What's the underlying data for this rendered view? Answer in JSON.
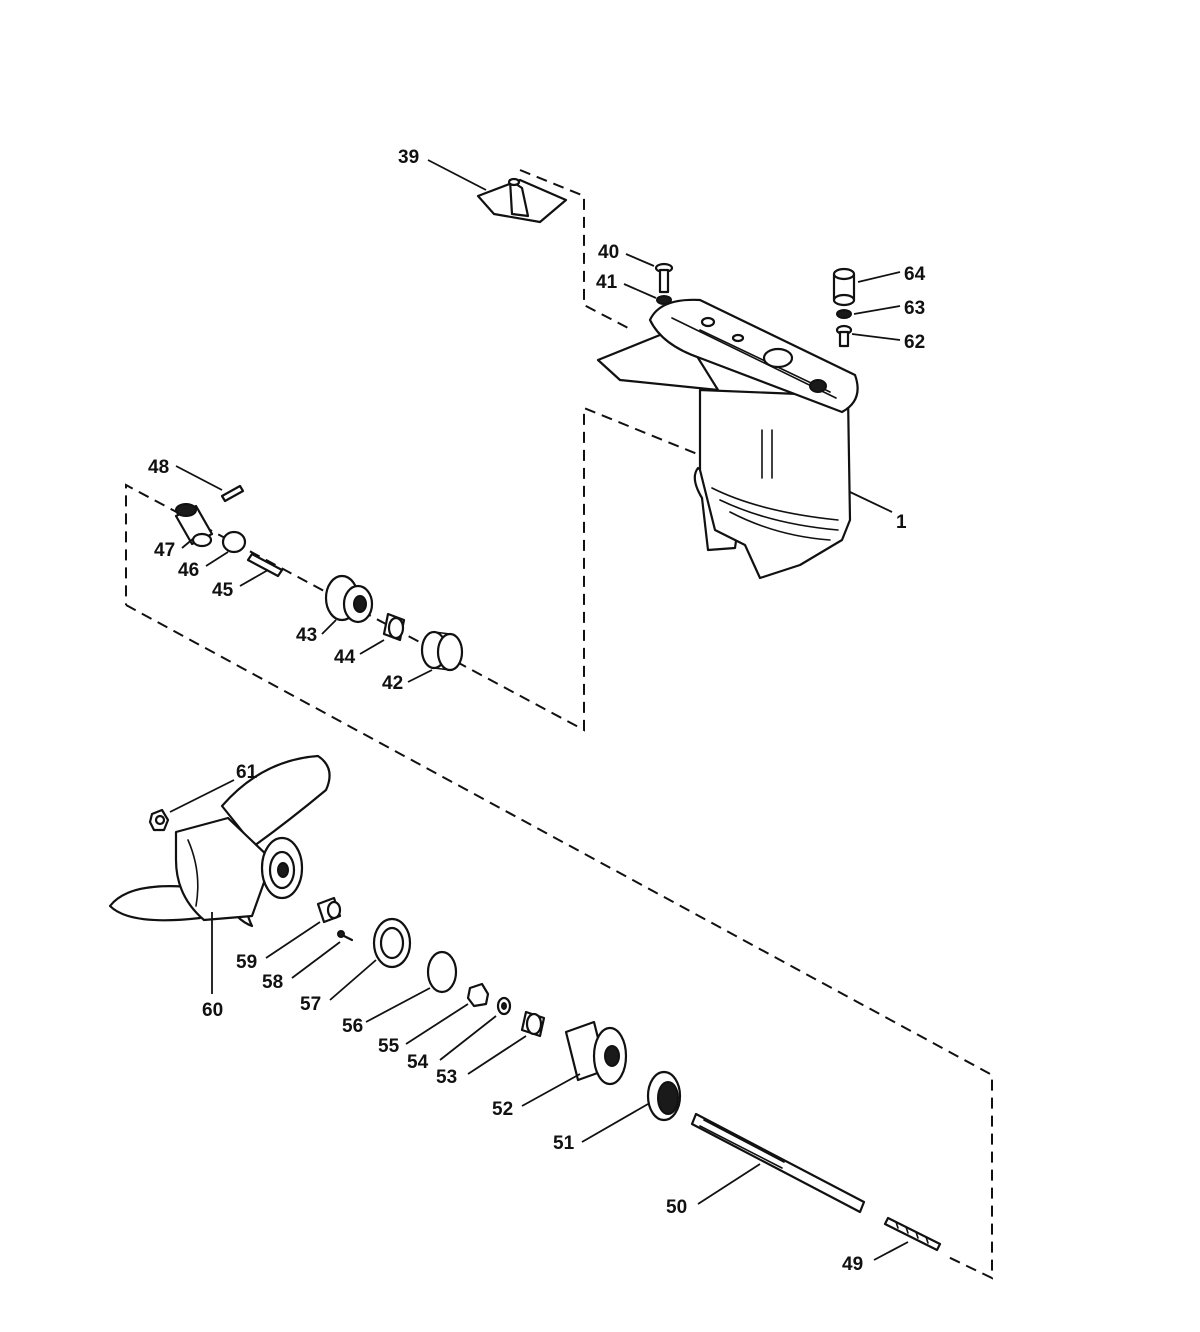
{
  "labels": {
    "p1": "1",
    "p39": "39",
    "p40": "40",
    "p41": "41",
    "p42": "42",
    "p43": "43",
    "p44": "44",
    "p45": "45",
    "p46": "46",
    "p47": "47",
    "p48": "48",
    "p49": "49",
    "p50": "50",
    "p51": "51",
    "p52": "52",
    "p53": "53",
    "p54": "54",
    "p55": "55",
    "p56": "56",
    "p57": "57",
    "p58": "58",
    "p59": "59",
    "p60": "60",
    "p61": "61",
    "p62": "62",
    "p63": "63",
    "p64": "64"
  },
  "colors": {
    "ink": "#111111",
    "paper": "#ffffff"
  }
}
